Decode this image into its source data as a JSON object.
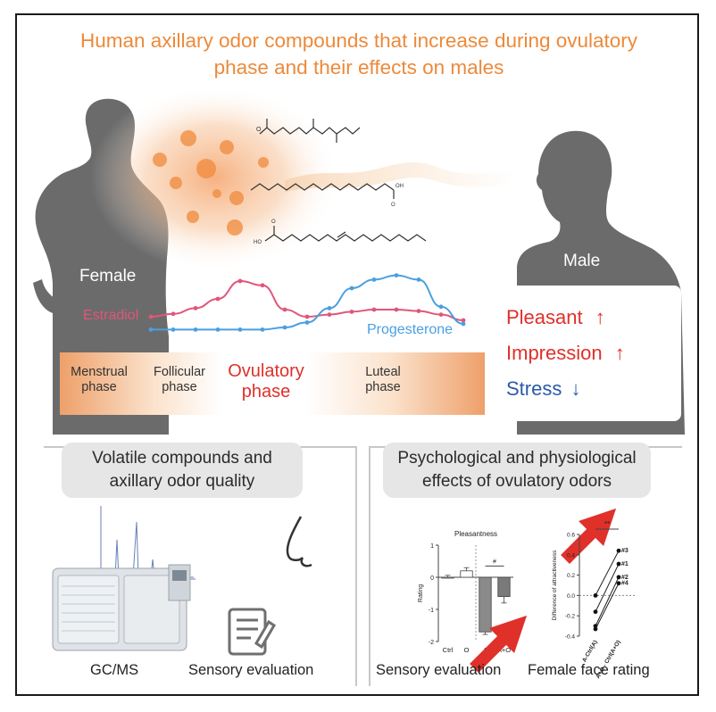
{
  "title": {
    "line1": "Human axillary odor compounds that increase during ovulatory",
    "line2": "phase and their effects on males"
  },
  "people": {
    "female_label": "Female",
    "male_label": "Male"
  },
  "hormones": {
    "estradiol_label": "Estradiol",
    "progesterone_label": "Progesterone",
    "estradiol_color": "#e0567a",
    "progesterone_color": "#4a9fe0"
  },
  "phases": {
    "menstrual_1": "Menstrual",
    "menstrual_2": "phase",
    "follicular_1": "Follicular",
    "follicular_2": "phase",
    "ovulatory_1": "Ovulatory",
    "ovulatory_2": "phase",
    "luteal_1": "Luteal",
    "luteal_2": "phase"
  },
  "effects": {
    "pleasant": "Pleasant",
    "impression": "Impression",
    "stress": "Stress",
    "up_arrow": "↑",
    "down_arrow": "↓",
    "up_color": "#e0302a",
    "down_color": "#2b5aa8"
  },
  "left_panel": {
    "title_1": "Volatile compounds and",
    "title_2": "axillary odor quality",
    "gcms_label": "GC/MS",
    "sensory_label": "Sensory evaluation"
  },
  "right_panel": {
    "title_1": "Psychological and physiological",
    "title_2": "effects of ovulatory odors",
    "sensory_label": "Sensory evaluation",
    "face_label": "Female face rating"
  },
  "colors": {
    "accent_orange": "#ec8a3a",
    "silhouette": "#6b6b6b",
    "red_arrow": "#e0302a"
  },
  "chart_data": [
    {
      "type": "line",
      "x": [
        1,
        2,
        3,
        4,
        5,
        6,
        7,
        8,
        9,
        10,
        11,
        12,
        13,
        14,
        15
      ],
      "series": [
        {
          "name": "Estradiol",
          "values": [
            0.3,
            0.34,
            0.42,
            0.55,
            0.8,
            0.74,
            0.4,
            0.3,
            0.33,
            0.37,
            0.4,
            0.4,
            0.38,
            0.33,
            0.25
          ]
        },
        {
          "name": "Progesterone",
          "values": [
            0.12,
            0.12,
            0.12,
            0.12,
            0.12,
            0.12,
            0.15,
            0.22,
            0.42,
            0.7,
            0.82,
            0.88,
            0.82,
            0.44,
            0.2
          ]
        }
      ],
      "xlabel": "",
      "ylabel": ""
    },
    {
      "type": "bar",
      "title": "Pleasantness",
      "categories": [
        "Ctrl",
        "O",
        "A",
        "A+O"
      ],
      "values": [
        0.0,
        0.2,
        -1.7,
        -0.6
      ],
      "errors": [
        0.06,
        0.1,
        0.08,
        0.2
      ],
      "ylabel": "Rating",
      "ylim": [
        -2,
        1
      ],
      "yticks": [
        "1",
        "0",
        "-1",
        "-2"
      ],
      "significance": "#"
    },
    {
      "type": "scatter",
      "categories": [
        "A-Ctrl(A)",
        "A+O - Ctrl(A+O)"
      ],
      "ylabel": "Difference of attractiveness",
      "ylim": [
        -0.4,
        0.6
      ],
      "yticks": [
        "0.6",
        "0.4",
        "0.2",
        "0.0",
        "-0.2",
        "-0.4"
      ],
      "significance": "**",
      "series": [
        {
          "name": "#3",
          "values": [
            0.0,
            0.44
          ]
        },
        {
          "name": "#1",
          "values": [
            -0.16,
            0.31
          ]
        },
        {
          "name": "#2",
          "values": [
            -0.3,
            0.18
          ]
        },
        {
          "name": "#4",
          "values": [
            -0.33,
            0.12
          ]
        }
      ]
    }
  ]
}
